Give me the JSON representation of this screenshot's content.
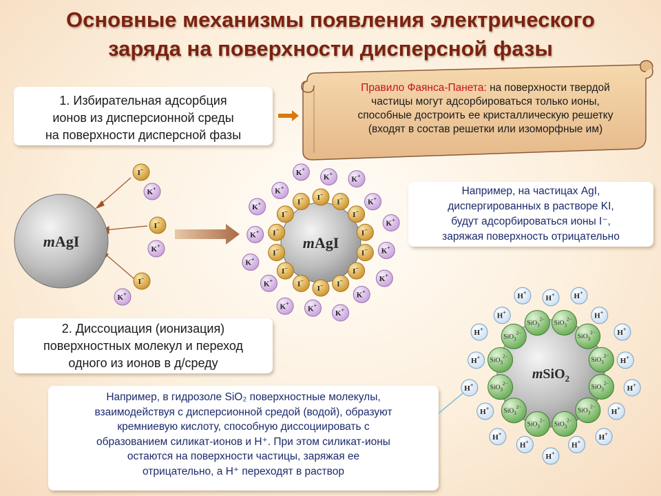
{
  "title": {
    "line1": "Основные механизмы появления электрического",
    "line2": "заряда на поверхности дисперсной фазы"
  },
  "mechanism1": {
    "line1": "1. Избирательная адсорбция",
    "line2": "ионов из дисперсионной среды",
    "line3": "на поверхности дисперсной фазы"
  },
  "rule": {
    "title": "Правило Фаянса-Панета:",
    "line1_rest": " на поверхности твердой",
    "line2": "частицы могут адсорбироваться только ионы,",
    "line3": "способные достроить ее кристаллическую решетку",
    "line4": "(входят в состав решетки или изоморфные им)"
  },
  "example1": {
    "line1": "Например, на частицах AgI,",
    "line2": "диспергированных в растворе KI,",
    "line3": "будут адсорбироваться ионы I⁻,",
    "line4": "заряжая поверхность отрицательно"
  },
  "mechanism2": {
    "line1": "2. Диссоциация (ионизация)",
    "line2": "поверхностных молекул и переход",
    "line3": "одного из ионов в д/среду"
  },
  "example2": {
    "line1": "Например, в гидрозоле SiO₂ поверхностные молекулы,",
    "line2": "взаимодействуя с дисперсионной средой (водой), образуют",
    "line3": "кремниевую кислоту, способную диссоциировать с",
    "line4": "образованием силикат-ионов и H⁺. При этом силикат-ионы",
    "line5": "остаются на поверхности частицы, заряжая ее",
    "line6": "отрицательно, а H⁺ переходят в раствор"
  },
  "particles": {
    "agi_prefix": "m",
    "agi_formula": "AgI",
    "sio2_prefix": "m",
    "sio2_formula": "SiO",
    "sio2_sub": "2"
  },
  "ions": {
    "iodide": "I",
    "iodide_charge": "−",
    "potassium": "K",
    "potassium_charge": "+",
    "proton": "H",
    "proton_charge": "+",
    "silicate_base": "SiO",
    "silicate_sub": "3",
    "silicate_charge": "2−"
  },
  "colors": {
    "title": "#7a2210",
    "rule_title": "#c0161b",
    "example_text": "#1b2a6b",
    "iodide_fill": "#d9a441",
    "potassium_fill": "#d9b3e6",
    "proton_fill": "#e9f2fb",
    "silicate_fill": "#7fbf6a",
    "arrow": "#b9855e"
  }
}
